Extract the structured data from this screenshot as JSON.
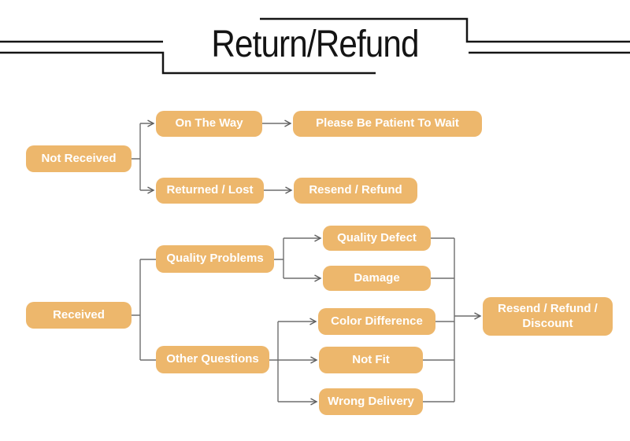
{
  "title": "Return/Refund",
  "colors": {
    "node_fill": "#EDB76C",
    "node_text": "#FFFFFF",
    "connector": "#6E6E6E",
    "decor_lines": "#141414",
    "background": "#FFFFFF"
  },
  "nodes": {
    "not_received": "Not Received",
    "on_the_way": "On The Way",
    "please_be_patient": "Please Be Patient To Wait",
    "returned_lost": "Returned / Lost",
    "resend_refund": "Resend / Refund",
    "received": "Received",
    "quality_problems": "Quality Problems",
    "other_questions": "Other Questions",
    "quality_defect": "Quality Defect",
    "damage": "Damage",
    "color_difference": "Color Difference",
    "not_fit": "Not Fit",
    "wrong_delivery": "Wrong Delivery",
    "resend_refund_discount": "Resend / Refund / Discount"
  },
  "edges": [
    {
      "from": "not_received",
      "to": "on_the_way"
    },
    {
      "from": "not_received",
      "to": "returned_lost"
    },
    {
      "from": "on_the_way",
      "to": "please_be_patient"
    },
    {
      "from": "returned_lost",
      "to": "resend_refund"
    },
    {
      "from": "received",
      "to": "quality_problems"
    },
    {
      "from": "received",
      "to": "other_questions"
    },
    {
      "from": "quality_problems",
      "to": "quality_defect"
    },
    {
      "from": "quality_problems",
      "to": "damage"
    },
    {
      "from": "other_questions",
      "to": "color_difference"
    },
    {
      "from": "other_questions",
      "to": "not_fit"
    },
    {
      "from": "other_questions",
      "to": "wrong_delivery"
    },
    {
      "from": "quality_defect",
      "to": "resend_refund_discount"
    },
    {
      "from": "damage",
      "to": "resend_refund_discount"
    },
    {
      "from": "color_difference",
      "to": "resend_refund_discount"
    },
    {
      "from": "not_fit",
      "to": "resend_refund_discount"
    },
    {
      "from": "wrong_delivery",
      "to": "resend_refund_discount"
    }
  ]
}
